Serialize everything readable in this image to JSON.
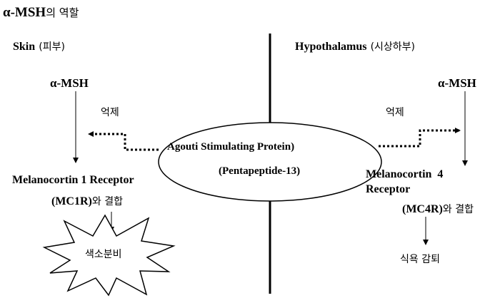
{
  "title": {
    "greek": "α-MSH",
    "suffix": "의 역할"
  },
  "skin": {
    "heading": "Skin",
    "heading_kr": "(피부)",
    "hormone": "α-MSH",
    "inhibit": "억제",
    "receptor_line1": "Melanocortin 1 Receptor",
    "receptor_code": "(MC1R)",
    "receptor_bind": "와 결합",
    "result": "색소분비"
  },
  "hypothalamus": {
    "heading": "Hypothalamus",
    "heading_kr": "(시상하부)",
    "hormone": "α-MSH",
    "inhibit": "억제",
    "receptor_line1": "Melanocortin  4",
    "receptor_line2": "Receptor",
    "receptor_code": "(MC4R)",
    "receptor_bind": "와 결합",
    "result": "식욕 감퇴"
  },
  "center": {
    "line1": "Agouti Stimulating Protein)",
    "line2": "(Pentapeptide-13)"
  }
}
